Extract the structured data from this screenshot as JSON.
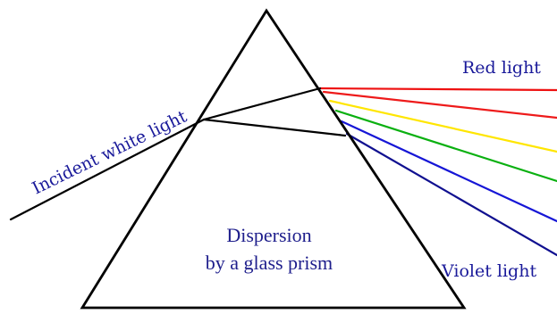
{
  "labels": {
    "incident": "Incident white light",
    "red": "Red light",
    "violet": "Violet light",
    "caption_line1": "Dispersion",
    "caption_line2": "by a glass prism"
  },
  "colors": {
    "outline": "#000000",
    "label_text": "#1a1a9a",
    "caption_text": "#1e1e8c",
    "rays": [
      "#ee1111",
      "#ee1a1a",
      "#ffe600",
      "#0ab010",
      "#1616d6",
      "#101090"
    ]
  }
}
